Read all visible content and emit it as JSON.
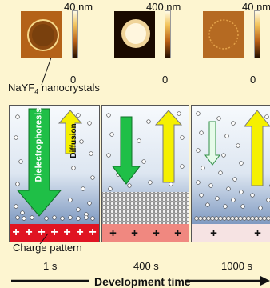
{
  "afm": {
    "images": [
      {
        "scale_top": "40 nm",
        "scale_bottom": "0"
      },
      {
        "scale_top": "400 nm",
        "scale_bottom": "0"
      },
      {
        "scale_top": "40 nm",
        "scale_bottom": "0"
      }
    ],
    "nanocrystal_label": "NaYF",
    "nanocrystal_sub": "4",
    "nanocrystal_rest": " nanocrystals"
  },
  "panels": [
    {
      "time": "1 s",
      "arrow_left": "Dielectrophoresis",
      "arrow_right": "Diffusion",
      "charge": [
        "+",
        "+",
        "+",
        "+",
        "+",
        "+",
        "+"
      ],
      "charge_bg": "#e01422"
    },
    {
      "time": "400 s",
      "charge": [
        "+",
        "+",
        "+",
        "+"
      ],
      "charge_bg": "#f08880"
    },
    {
      "time": "1000 s",
      "charge": [
        "+",
        "+"
      ],
      "charge_bg": "#f6e3e3"
    }
  ],
  "charge_pattern_label": "Charge pattern",
  "axis_label": "Development time",
  "colors": {
    "dep_green": "#1fbf47",
    "diffusion_yellow": "#f5f000",
    "charge_red": "#e01422"
  }
}
